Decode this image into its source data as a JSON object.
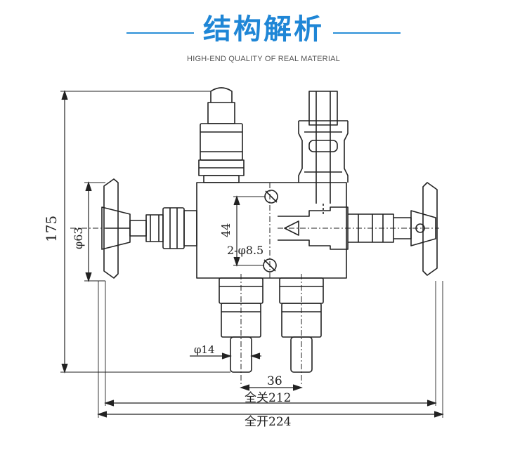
{
  "header": {
    "title": "结构解析",
    "subtitle": "HIGH-END QUALITY OF REAL MATERIAL",
    "accent_color": "#1f86d6"
  },
  "drawing": {
    "labels": {
      "height": "175",
      "handwheel_dia": "φ63",
      "block_height": "44",
      "holes": "2-φ8.5",
      "stem_dia": "φ14",
      "outlet_spacing": "36",
      "closed_length": "全关212",
      "open_length": "全开224"
    },
    "line_color": "#222222"
  }
}
